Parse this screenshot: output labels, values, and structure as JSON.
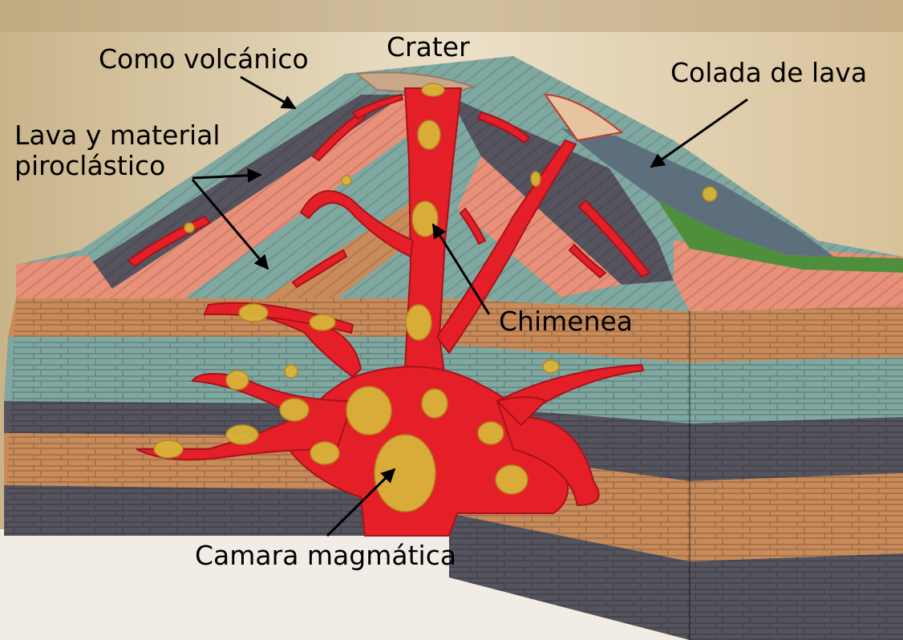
{
  "labels": {
    "crater": "Crater",
    "cono": "Como volcánico",
    "lava_line1": "Lava y material",
    "lava_line2": "piroclástico",
    "colada": "Colada de lava",
    "chimenea": "Chimenea",
    "camara": "Camara magmática"
  },
  "colors": {
    "background": "#e8dcc4",
    "shelf": "#d9cba8",
    "magma": "#e41f28",
    "magma_spot": "#d9b43a",
    "layer_teal": "#7fa8a1",
    "layer_slate": "#55545e",
    "layer_salmon": "#e89079",
    "layer_tan": "#c98b5a",
    "lava_flow": "#5d6f7c",
    "grass": "#4f8f3c",
    "arrow": "#000000"
  }
}
